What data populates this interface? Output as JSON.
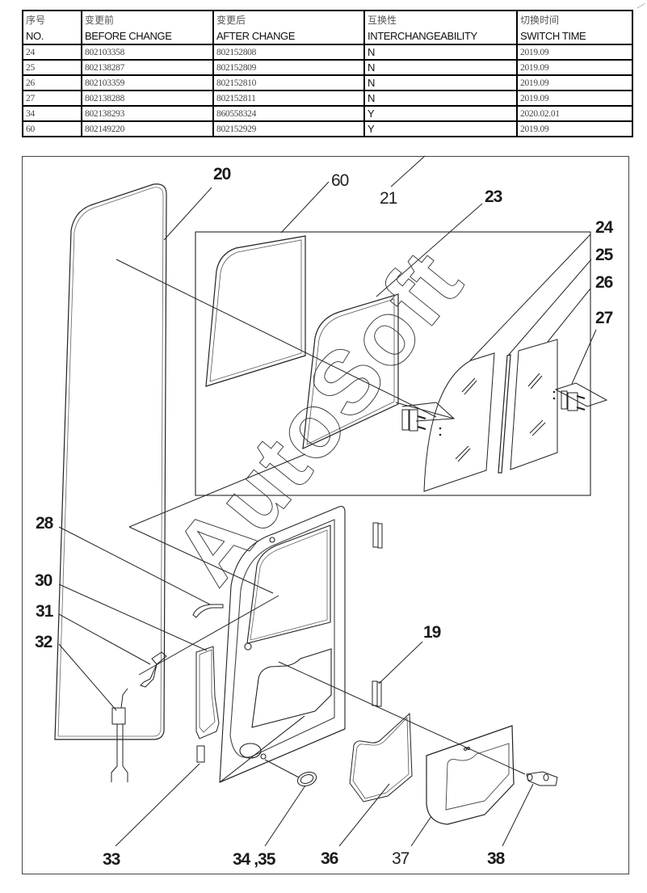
{
  "change_table": {
    "headers_cn": [
      "序号",
      "变更前",
      "变更后",
      "互换性",
      "切换时间"
    ],
    "headers_en": [
      "NO.",
      "BEFORE CHANGE",
      "AFTER CHANGE",
      "INTERCHANGEABILITY",
      "SWITCH TIME"
    ],
    "rows": [
      {
        "no": "24",
        "before": "802103358",
        "after": "802152808",
        "interchangeability": "N",
        "switch_time": "2019.09"
      },
      {
        "no": "25",
        "before": "802138287",
        "after": "802152809",
        "interchangeability": "N",
        "switch_time": "2019.09"
      },
      {
        "no": "26",
        "before": "802103359",
        "after": "802152810",
        "interchangeability": "N",
        "switch_time": "2019.09"
      },
      {
        "no": "27",
        "before": "802138288",
        "after": "802152811",
        "interchangeability": "N",
        "switch_time": "2019.09"
      },
      {
        "no": "34",
        "before": "802138293",
        "after": "860558324",
        "interchangeability": "Y",
        "switch_time": "2020.02.01"
      },
      {
        "no": "60",
        "before": "802149220",
        "after": "802152929",
        "interchangeability": "Y",
        "switch_time": "2019.09"
      }
    ]
  },
  "diagram": {
    "watermark": "AutoSoft",
    "callouts": {
      "c19": "19",
      "c20": "20",
      "c21": "21",
      "c23": "23",
      "c24": "24",
      "c25": "25",
      "c26": "26",
      "c27": "27",
      "c28": "28",
      "c30": "30",
      "c31": "31",
      "c32": "32",
      "c33": "33",
      "c34_35": "34 ,35",
      "c36": "36",
      "c37": "37",
      "c38": "38",
      "c60": "60"
    }
  }
}
